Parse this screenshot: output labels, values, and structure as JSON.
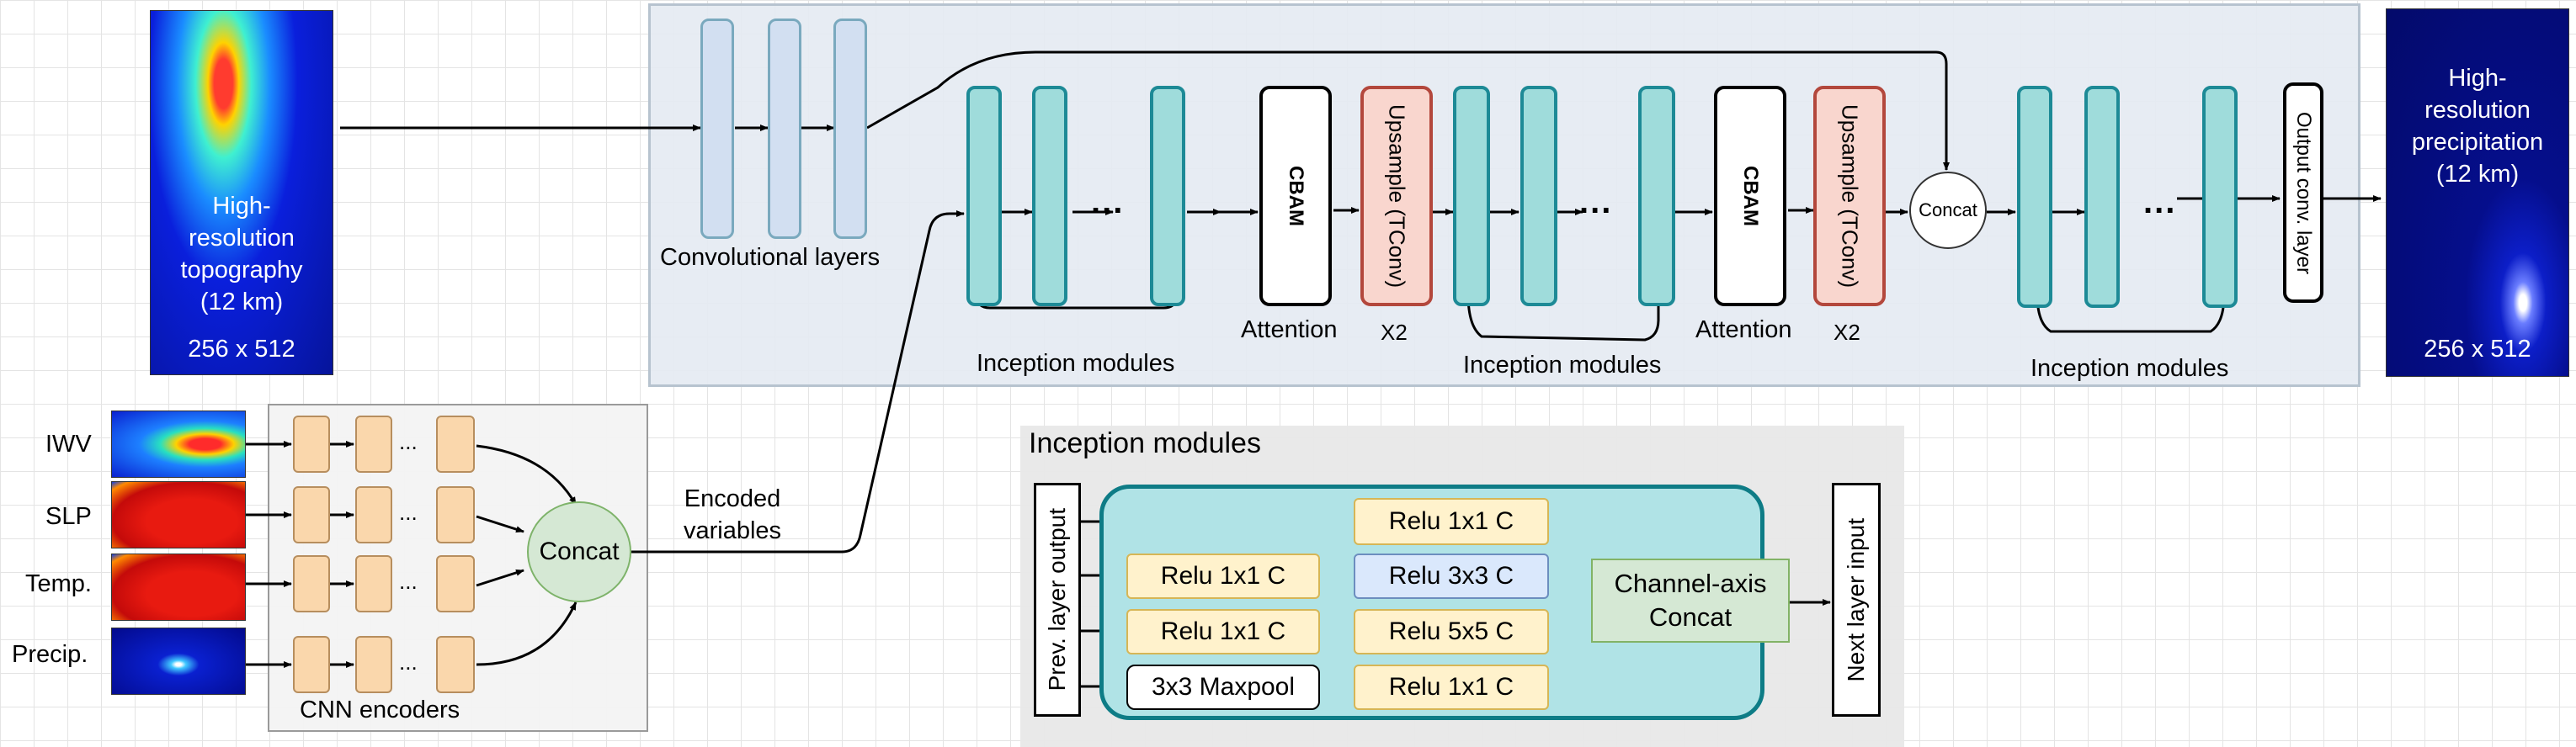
{
  "topo": {
    "line1": "High-",
    "line2": "resolution",
    "line3": "topography",
    "line4": "(12 km)",
    "size": "256 x 512"
  },
  "output": {
    "line1": "High-",
    "line2": "resolution",
    "line3": "precipitation",
    "line4": "(12 km)",
    "size": "256 x 512"
  },
  "labels": {
    "conv_layers": "Convolutional layers",
    "inception_modules": "Inception modules",
    "attention": "Attention",
    "x2": "X2",
    "cnn_encoders": "CNN encoders",
    "encoded_line1": "Encoded",
    "encoded_line2": "variables",
    "dots": "...",
    "small_dots": "..."
  },
  "blocks": {
    "cbam": "CBAM",
    "upsample": "Upsample (TConv)",
    "concat": "Concat",
    "output_conv": "Output conv. layer"
  },
  "inputs": [
    "IWV",
    "SLP",
    "Temp.",
    "Precip."
  ],
  "inception_detail": {
    "title": "Inception modules",
    "prev": "Prev. layer output",
    "next": "Next layer input",
    "relu_1x1": "Relu 1x1 C",
    "relu_3x3": "Relu 3x3 C",
    "relu_5x5": "Relu 5x5 C",
    "maxpool": "3x3 Maxpool",
    "concat_line1": "Channel-axis",
    "concat_line2": "Concat"
  },
  "colors": {
    "conv_fill": "#d2dff1",
    "inception_fill": "#9fdcdb",
    "inception_border": "#1d8a96",
    "upsample_fill": "#f9d6ce",
    "upsample_border": "#b3473c",
    "encoder_fill": "#fad7ac",
    "concat_green": "#d5e8d4",
    "relu_fill": "#fff2cc",
    "relu3x3_fill": "#dae8fc"
  }
}
